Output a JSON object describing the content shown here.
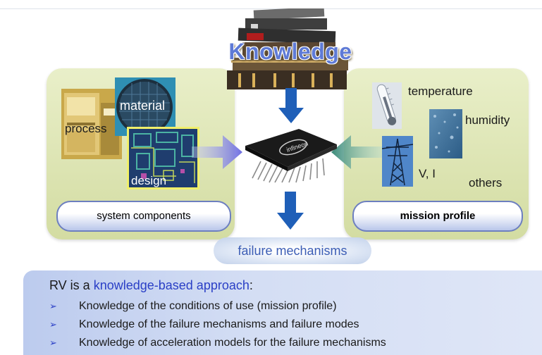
{
  "header": {
    "knowledge_label": "Knowledge"
  },
  "left_panel": {
    "process_label": "process",
    "material_label": "material",
    "design_label": "design",
    "footer_label": "system components"
  },
  "right_panel": {
    "temperature_label": "temperature",
    "humidity_label": "humidity",
    "vi_label": "V, I",
    "others_label": "others",
    "footer_label": "mission profile"
  },
  "center": {
    "chip_icon": "infineon-chip-icon",
    "failure_label": "failure mechanisms"
  },
  "summary": {
    "heading_prefix": "RV is a ",
    "heading_highlight": "knowledge-based approach",
    "heading_suffix": ":",
    "bullet_marker": "➢",
    "bullets": [
      "Knowledge of  the conditions of use (mission profile)",
      "Knowledge of the failure mechanisms and failure modes",
      "Knowledge of acceleration models for the failure mechanisms"
    ]
  },
  "colors": {
    "panel_green": "#d3dca2",
    "arrow_blue": "#1f5fb8",
    "highlight_blue": "#2a3fc6",
    "failure_text": "#3b5db5"
  }
}
